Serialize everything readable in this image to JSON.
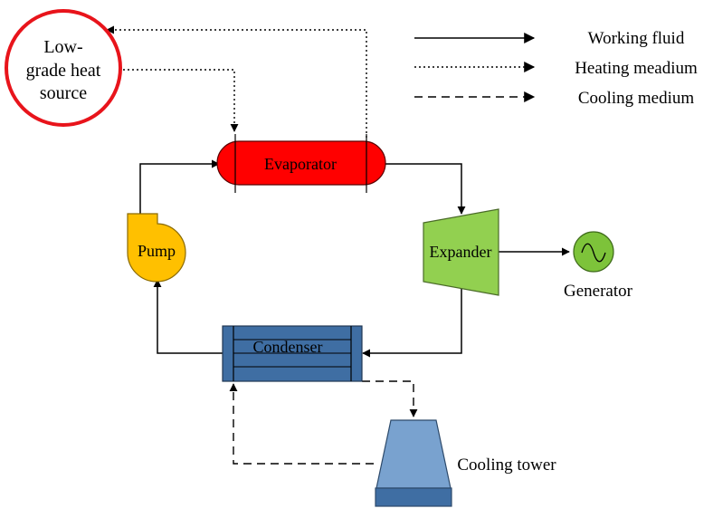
{
  "legend": {
    "working_fluid": "Working fluid",
    "heating_medium": "Heating meadium",
    "cooling_medium": "Cooling medium"
  },
  "components": {
    "heat_source": {
      "line1": "Low-",
      "line2": "grade heat",
      "line3": "source"
    },
    "evaporator": "Evaporator",
    "expander": "Expander",
    "generator": "Generator",
    "pump": "Pump",
    "condenser": "Condenser",
    "cooling_tower": "Cooling tower"
  },
  "colors": {
    "heat_source_ring": "#e8141b",
    "evaporator": "#ff0000",
    "expander": "#92d050",
    "generator": "#7dc33a",
    "pump": "#ffc000",
    "condenser": "#3f6ea3",
    "cooling_tower": "#79a2cf"
  }
}
